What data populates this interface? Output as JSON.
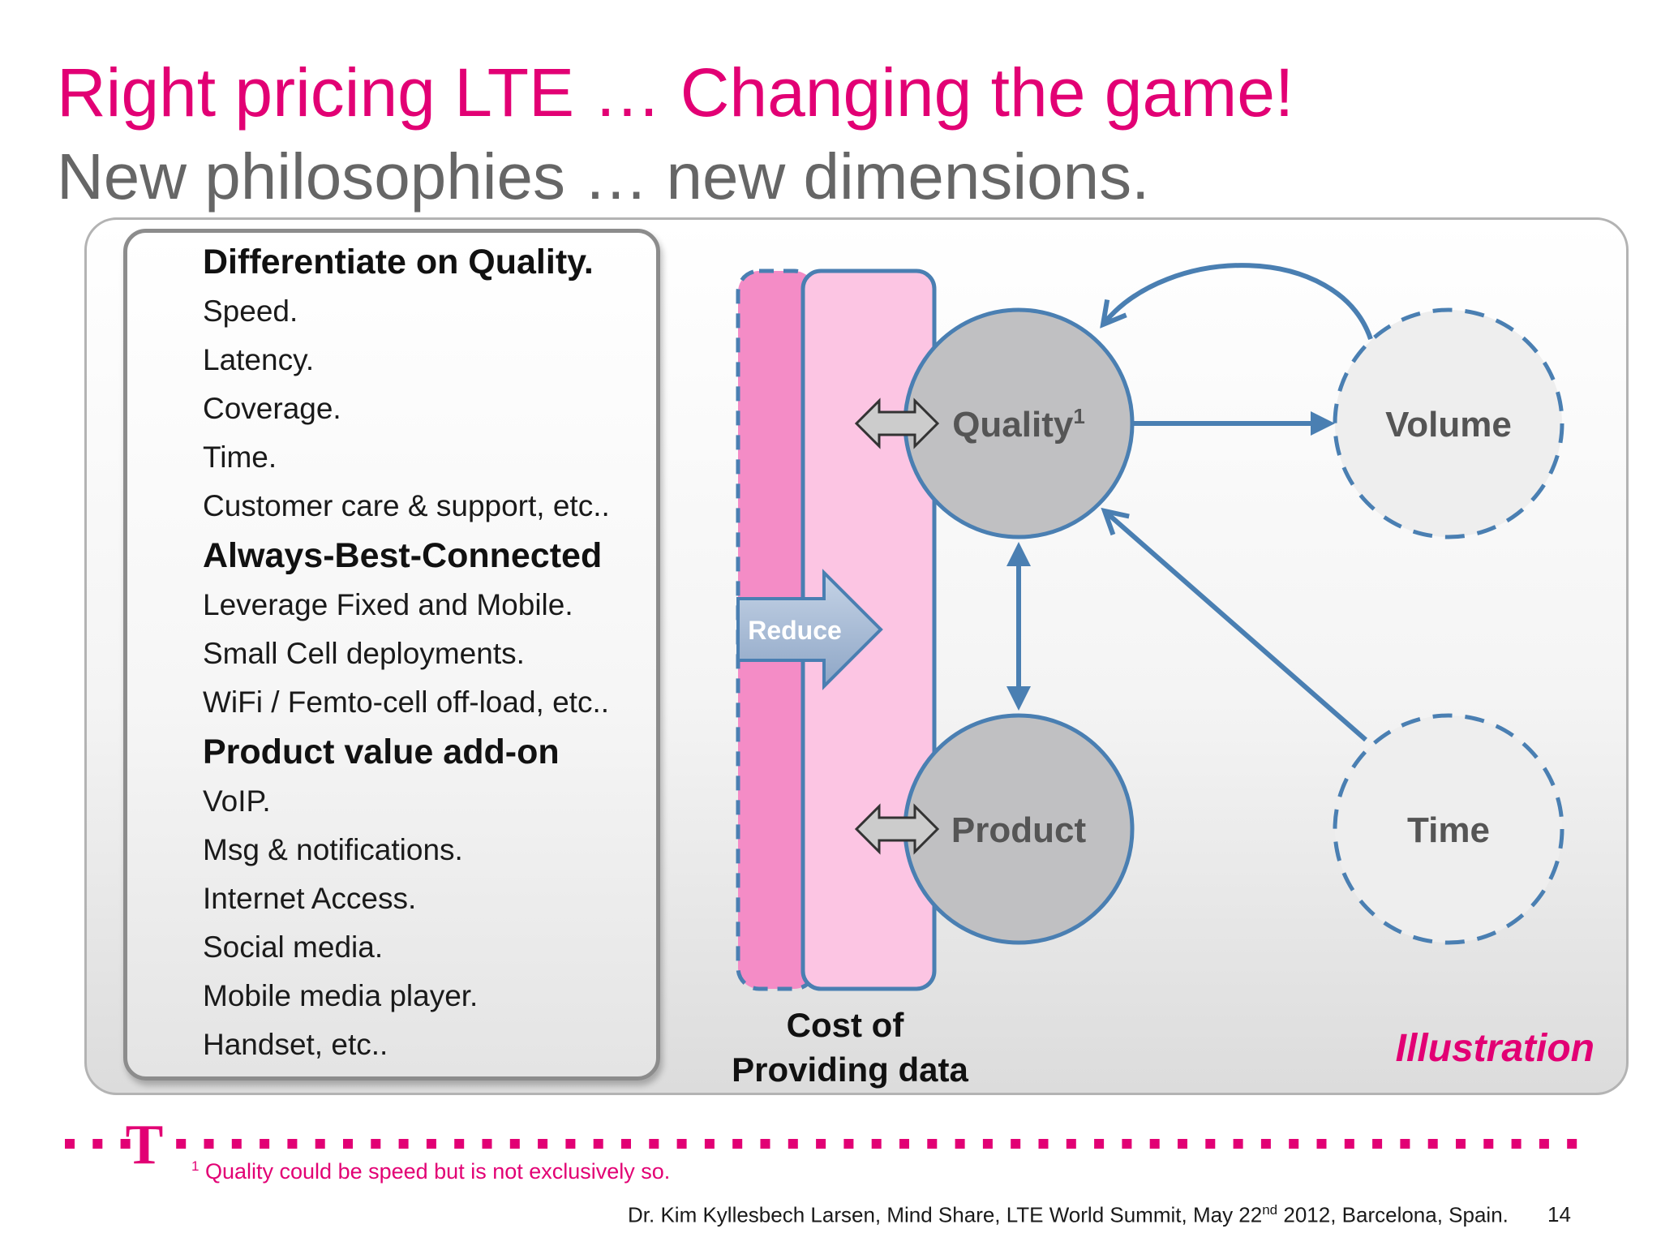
{
  "slide": {
    "title": "Right pricing LTE … Changing the game!",
    "subtitle": "New philosophies … new dimensions."
  },
  "list": {
    "groups": [
      {
        "heading": "Differentiate on Quality.",
        "items": [
          "Speed.",
          "Latency.",
          "Coverage.",
          "Time.",
          "Customer care & support, etc.."
        ]
      },
      {
        "heading": "Always-Best-Connected",
        "items": [
          "Leverage Fixed and Mobile.",
          "Small Cell deployments.",
          "WiFi / Femto-cell off-load, etc.."
        ]
      },
      {
        "heading": "Product value add-on",
        "items": [
          "VoIP.",
          "Msg & notifications.",
          "Internet Access.",
          "Social media.",
          "Mobile media player.",
          "Handset, etc.."
        ]
      }
    ]
  },
  "diagram": {
    "quality_label": "Quality",
    "quality_sup": "1",
    "product_label": "Product",
    "volume_label": "Volume",
    "time_label": "Time",
    "reduce_label": "Reduce",
    "cost_line1": "Cost of",
    "cost_line2": "Providing data",
    "illustration_label": "Illustration"
  },
  "colors": {
    "magenta": "#e20074",
    "blue_line": "#4a7fb2",
    "gray_circle": "#c0c0c2",
    "pink_dark": "#f48cc6",
    "pink_light": "#fcc5e3"
  },
  "footer": {
    "logo_glyph": "T",
    "footnote_mark": "1",
    "footnote_text": "Quality could be speed but is not exclusively so.",
    "credit_pre": "Dr. Kim Kyllesbech Larsen, Mind Share, LTE World Summit, May 22",
    "credit_sup": "nd",
    "credit_post": " 2012, Barcelona, Spain.",
    "page_number": "14"
  }
}
